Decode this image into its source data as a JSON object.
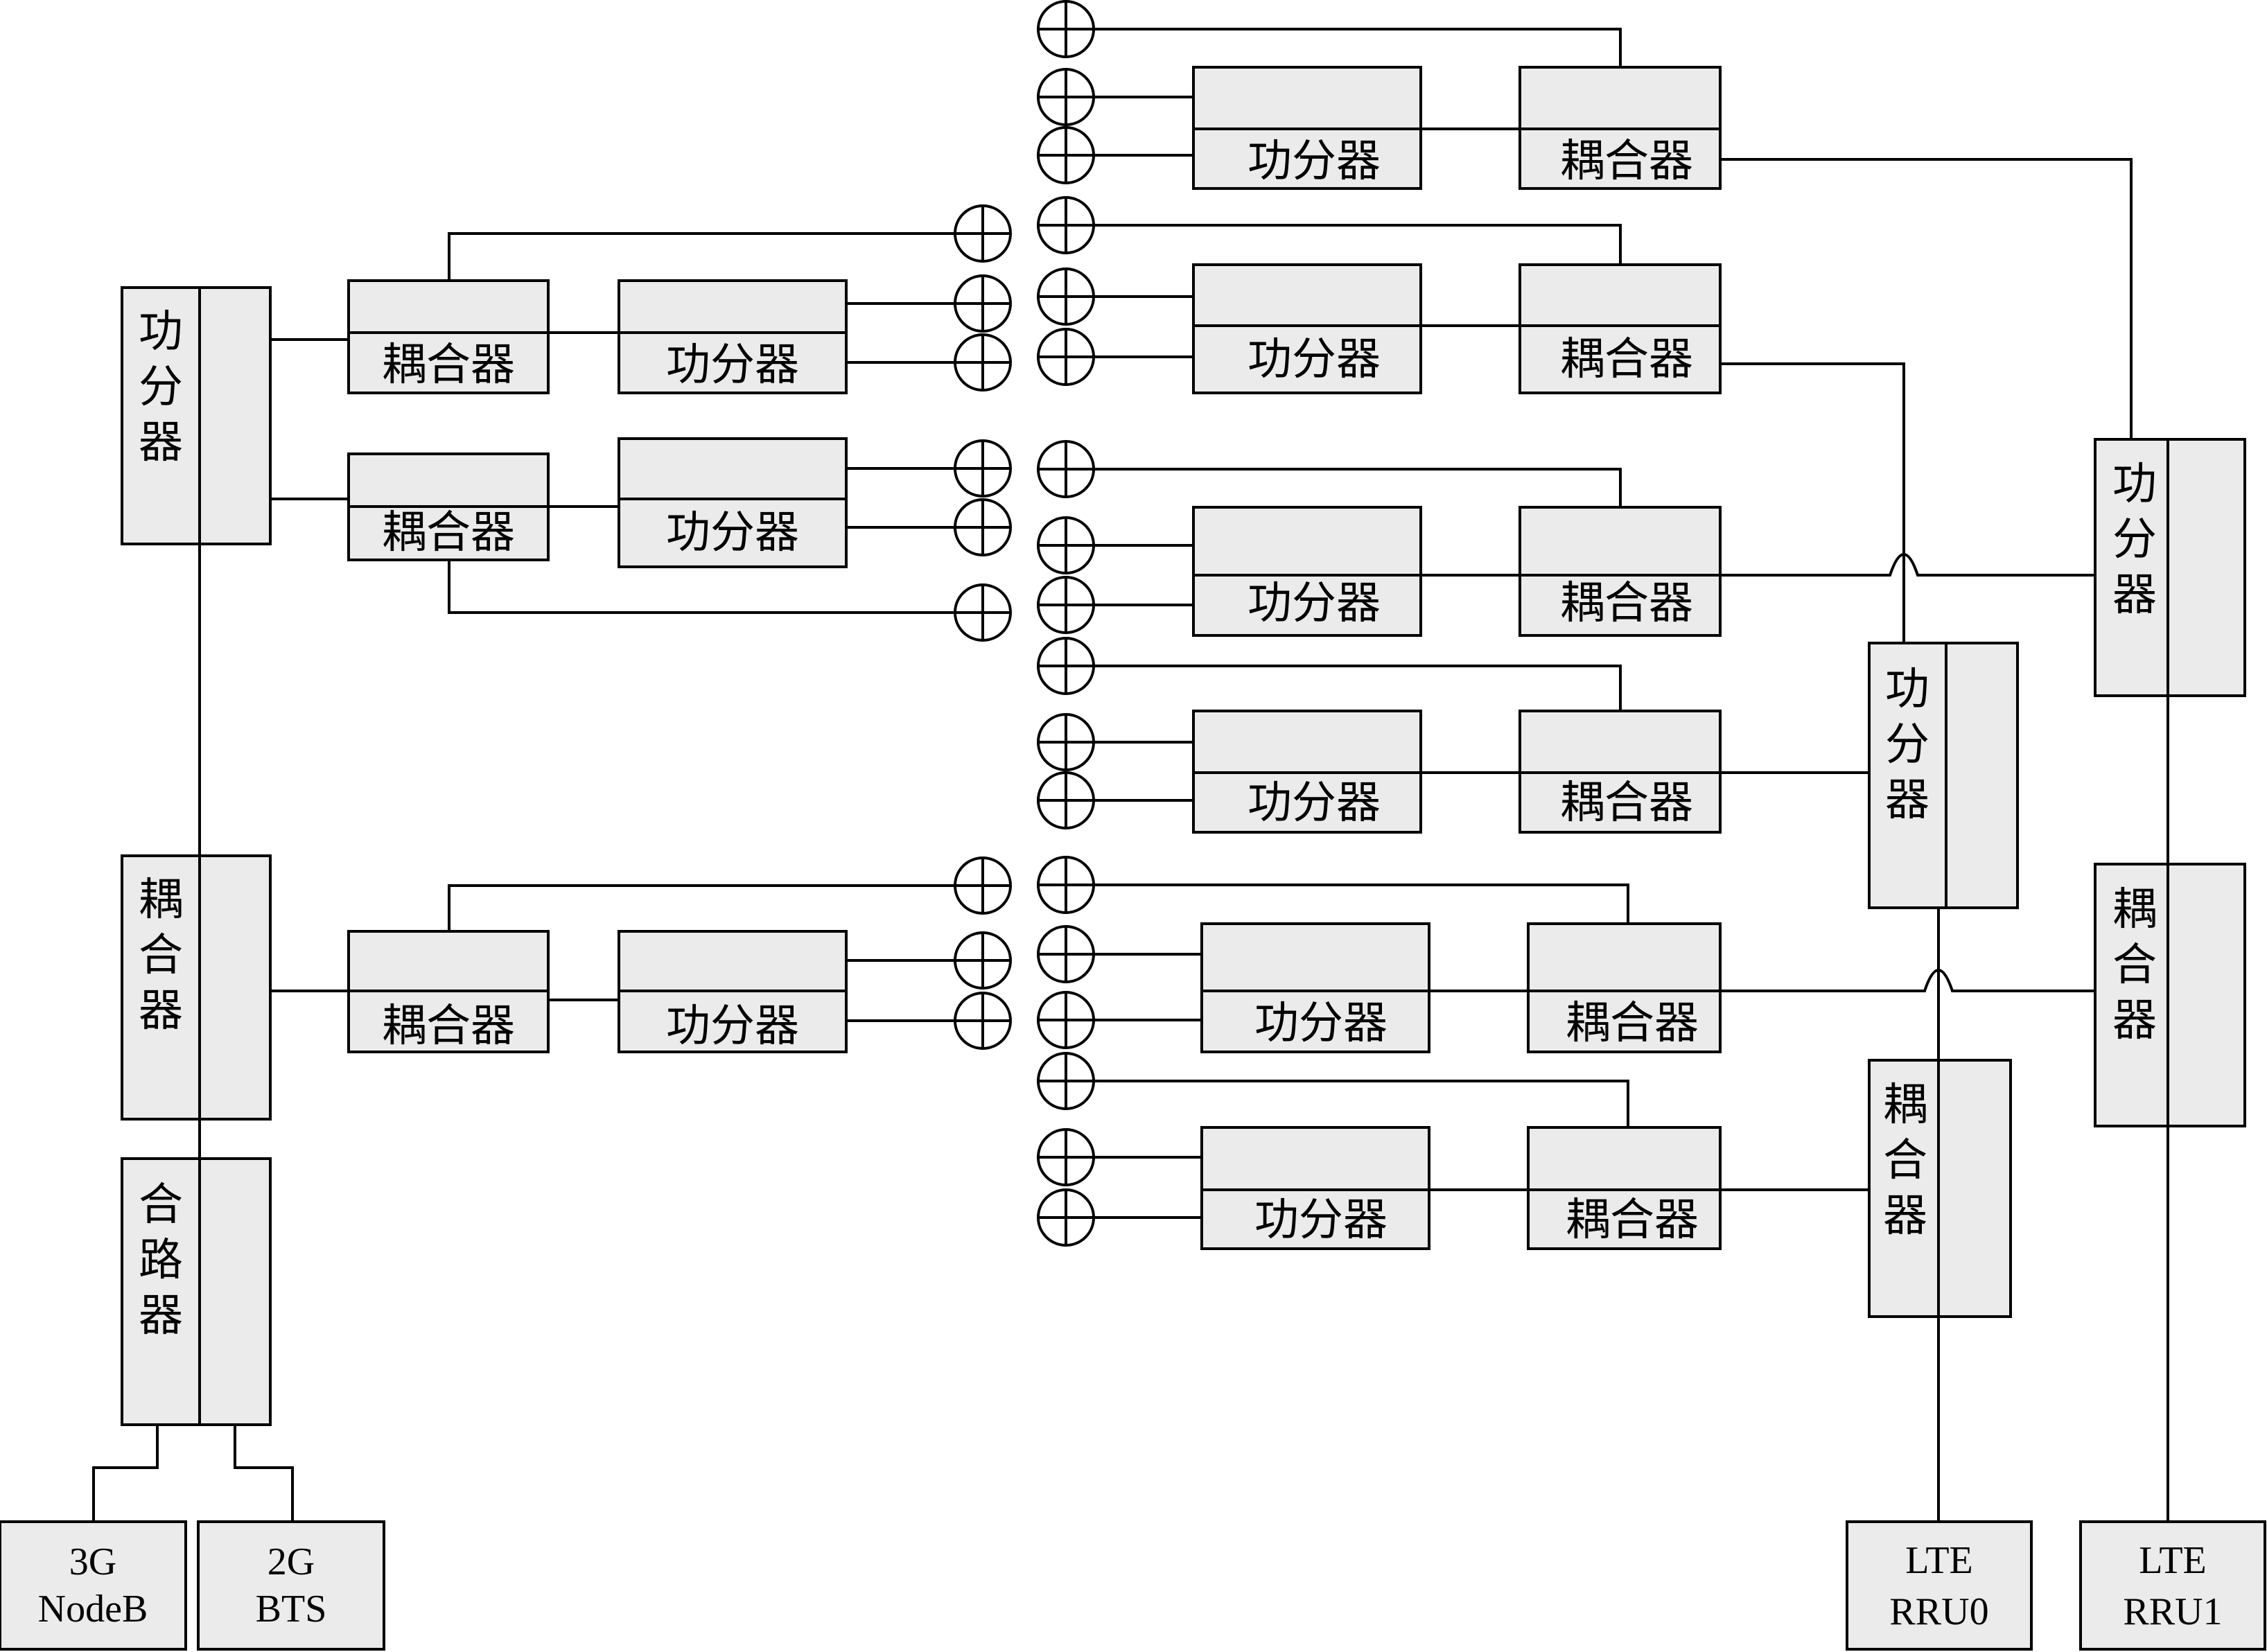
{
  "labels": {
    "power_splitter": "功分器",
    "coupler": "耦合器",
    "combiner": "合路器"
  },
  "sources": {
    "nodeb_line1": "3G",
    "nodeb_line2": "NodeB",
    "bts_line1": "2G",
    "bts_line2": "BTS",
    "rru0_line1": "LTE",
    "rru0_line2": "RRU0",
    "rru1_line1": "LTE",
    "rru1_line2": "RRU1"
  }
}
